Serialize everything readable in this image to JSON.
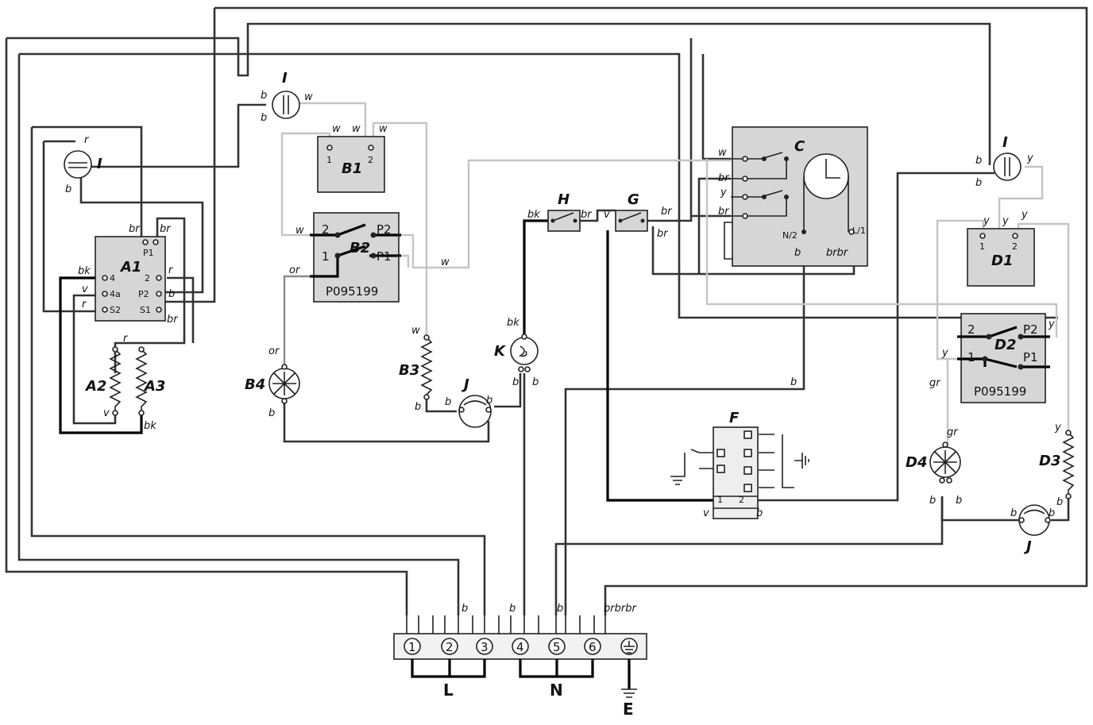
{
  "components": {
    "A1": "A1",
    "A2": "A2",
    "A3": "A3",
    "B1": "B1",
    "B2": "B2",
    "B3": "B3",
    "B4": "B4",
    "C": "C",
    "D1": "D1",
    "D2": "D2",
    "D3": "D3",
    "D4": "D4",
    "F": "F",
    "G": "G",
    "H": "H",
    "I_left": "I",
    "I_top": "I",
    "I_right": "I",
    "J_center": "J",
    "J_right": "J",
    "K": "K"
  },
  "part_numbers": {
    "B2": "P095199",
    "D2": "P095199"
  },
  "a1_terminals": {
    "p1": "P1",
    "t2": "2",
    "t4": "4",
    "t4a": "4a",
    "p2": "P2",
    "s2": "S2",
    "s1": "S1"
  },
  "switch_terminals": {
    "t2": "2",
    "t1": "1",
    "p2": "P2",
    "p1": "P1"
  },
  "timer_terminals": {
    "n2": "N/2",
    "l1": "L/1"
  },
  "f_terminals": {
    "t1": "1",
    "t2": "2"
  },
  "thermostat_terminals": {
    "t1": "1",
    "t2": "2"
  },
  "wire_colours": {
    "b": "b",
    "w": "w",
    "br": "br",
    "bk": "bk",
    "r": "r",
    "v": "v",
    "or": "or",
    "y": "y",
    "gr": "gr",
    "brbr": "brbr",
    "brbrbr": "brbrbr"
  },
  "terminal_block": {
    "numbers": [
      "1",
      "2",
      "3",
      "4",
      "5",
      "6"
    ],
    "L": "L",
    "N": "N",
    "E": "E"
  },
  "colors": {
    "dark_wire": "#333333",
    "light_wire": "#c4c4c4",
    "component_fill": "#d6d6d6"
  }
}
